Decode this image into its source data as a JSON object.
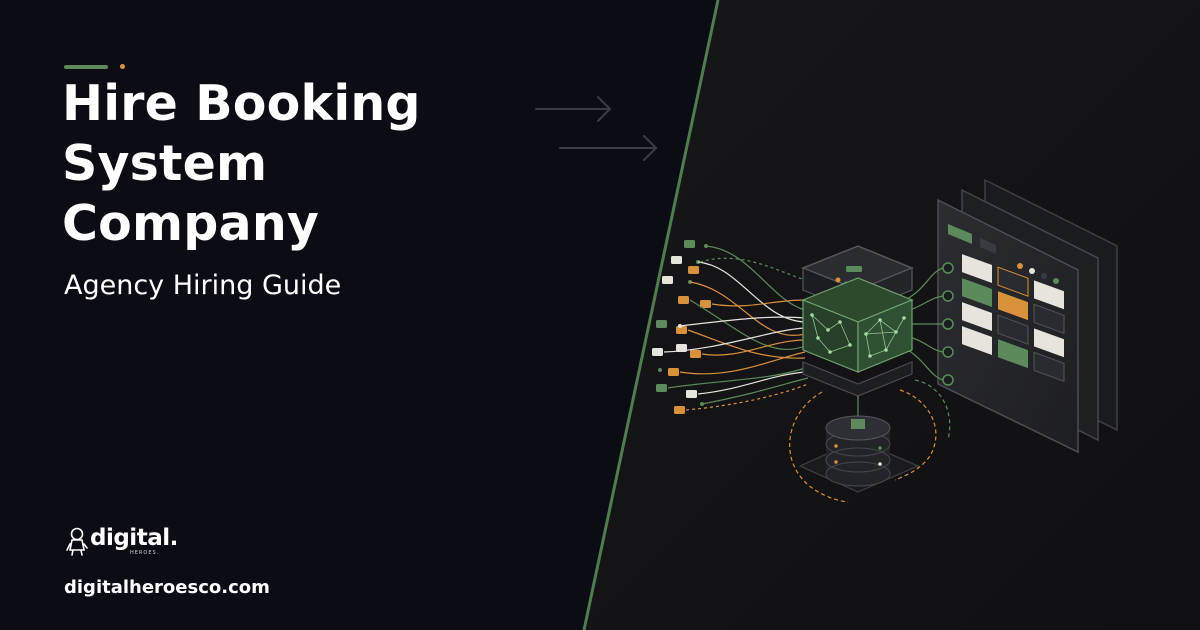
{
  "header": {
    "title_lines": [
      "Hire Booking",
      "System",
      "Company"
    ],
    "subtitle": "Agency Hiring Guide"
  },
  "brand": {
    "logo_text": "digital.",
    "logo_subtext": "HEROES.",
    "website": "digitalheroesco.com"
  },
  "illustration": {
    "icons": [
      "arrow-right-icon",
      "data-chip-icon",
      "processor-cube-icon",
      "database-stack-icon",
      "dashboard-panel-icon",
      "hero-mascot-icon"
    ]
  },
  "colors": {
    "background_left": "#0c0d14",
    "background_right": "#131315",
    "accent_green": "#5c8a5b",
    "accent_orange": "#d9913a",
    "chip_white": "#e6e4dc",
    "text": "#ffffff"
  }
}
